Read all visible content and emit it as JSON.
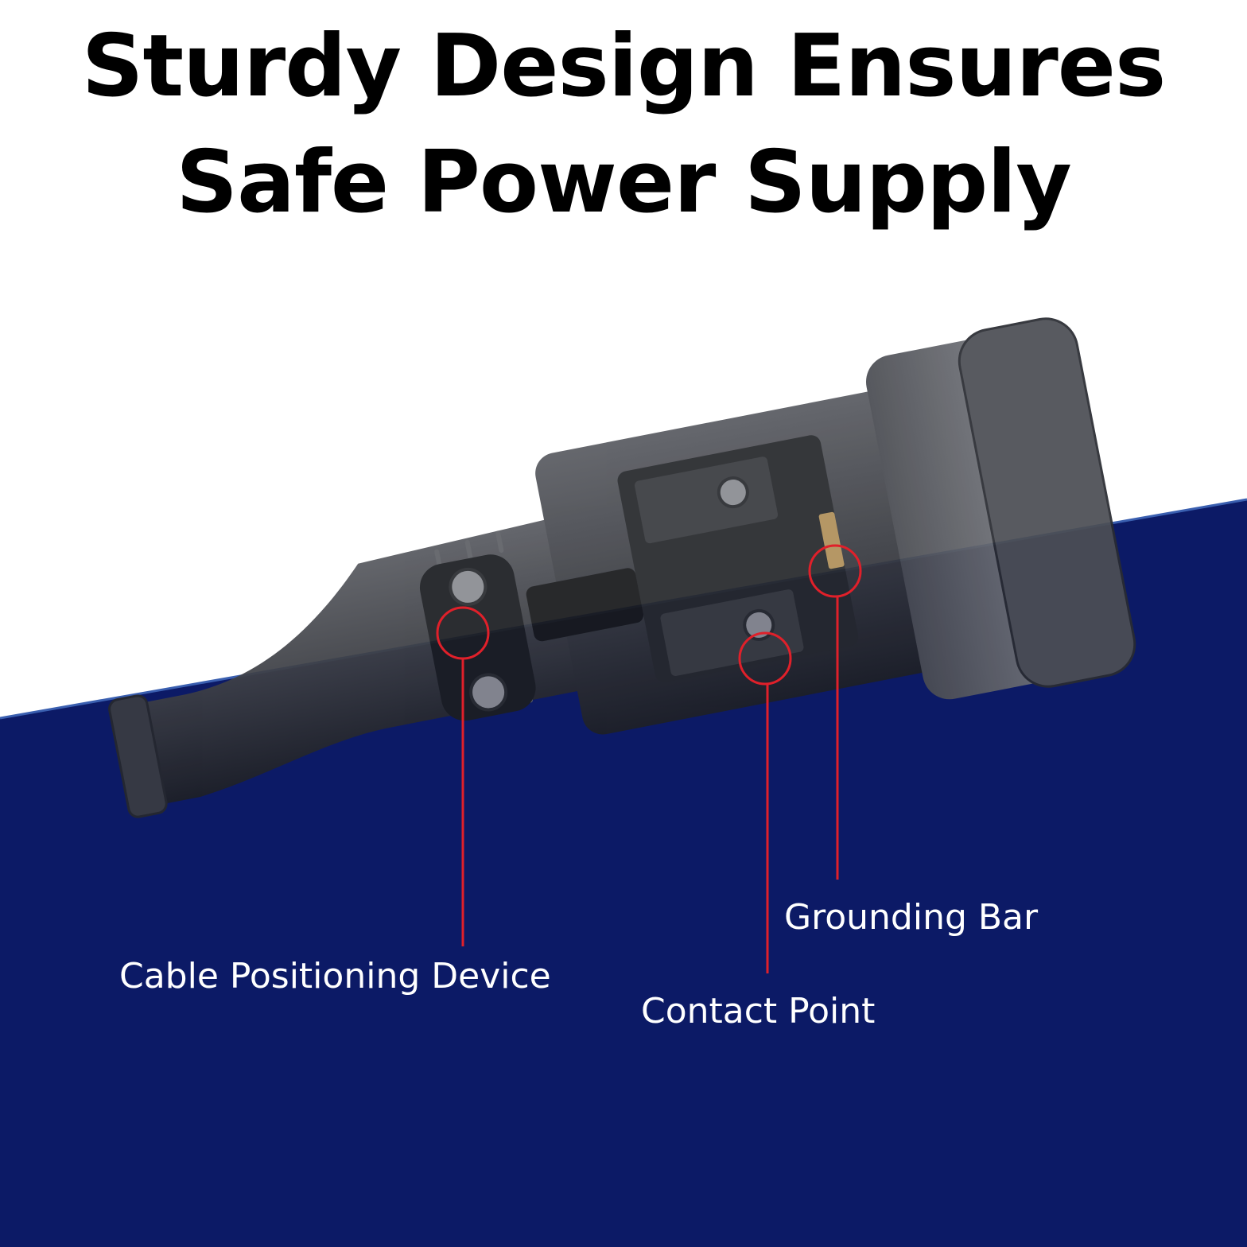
{
  "headline": {
    "line1": "Sturdy Design Ensures",
    "line2": "Safe Power Supply"
  },
  "callouts": {
    "cable_positioning": "Cable Positioning Device",
    "grounding_bar": "Grounding Bar",
    "contact_point": "Contact Point"
  },
  "colors": {
    "background_top": "#ffffff",
    "background_bottom": "#0c1a66",
    "headline_text": "#000000",
    "callout_text": "#ffffff",
    "marker": "#e0202a",
    "product_body": "#3a3c42"
  },
  "icons": {
    "product": "socket-connector-illustration"
  }
}
